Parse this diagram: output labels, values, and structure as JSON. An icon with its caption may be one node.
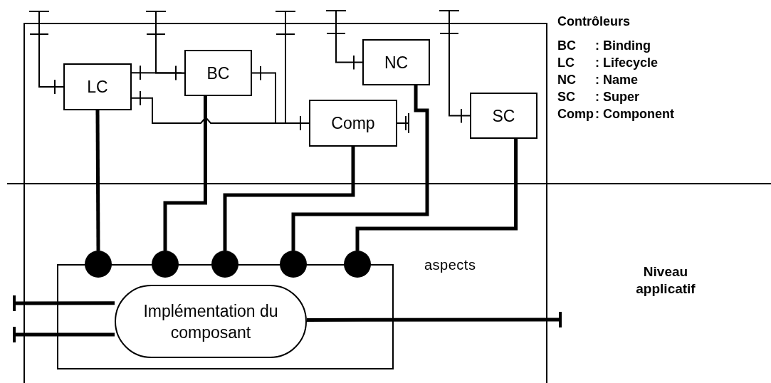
{
  "diagram": {
    "nodes": [
      {
        "text": [],
        "shape": "box"
      },
      {
        "text": [
          "LC"
        ],
        "in": 0
      },
      {
        "text": [
          "BC"
        ],
        "in": 0
      },
      {
        "text": [
          "NC"
        ],
        "in": 0
      },
      {
        "text": [
          "Comp"
        ],
        "in": 0
      },
      {
        "text": [
          "SC"
        ],
        "in": 0
      },
      {
        "text": [],
        "shape": "box",
        "in": 0
      },
      {
        "text": [],
        "shape": "circle",
        "in": 0
      },
      {
        "text": [],
        "shape": "circle",
        "in": 0
      },
      {
        "text": [],
        "shape": "circle",
        "in": 0
      },
      {
        "text": [],
        "shape": "circle",
        "in": 0
      },
      {
        "text": [],
        "shape": "circle",
        "in": 0
      },
      {
        "text": [
          "Implémentation du composant"
        ],
        "in": 6
      }
    ],
    "edges": [
      {
        "from": null,
        "to": 1,
        "arrow": "other"
      },
      {
        "from": null,
        "to": 2,
        "arrow": "other"
      },
      {
        "from": null,
        "to": 4,
        "arrow": "other"
      },
      {
        "from": null,
        "to": 3,
        "arrow": "other"
      },
      {
        "from": null,
        "to": 5,
        "arrow": "other"
      },
      {
        "from": 1,
        "to": 2,
        "arrow": "other"
      },
      {
        "from": 1,
        "to": 4,
        "arrow": "other"
      },
      {
        "from": 2,
        "to": 4,
        "arrow": "other"
      },
      {
        "from": 4,
        "to": null,
        "arrow": "other"
      },
      {
        "from": 1,
        "to": 7,
        "arrow": "none",
        "style": "thick"
      },
      {
        "from": 2,
        "to": 8,
        "arrow": "none",
        "style": "thick"
      },
      {
        "from": 4,
        "to": 9,
        "arrow": "none",
        "style": "thick"
      },
      {
        "from": 3,
        "to": 10,
        "arrow": "none",
        "style": "thick"
      },
      {
        "from": 5,
        "to": 11,
        "arrow": "none",
        "style": "thick"
      },
      {
        "from": null,
        "to": 12,
        "arrow": "other",
        "style": "thick"
      },
      {
        "from": null,
        "to": 12,
        "arrow": "other",
        "style": "thick"
      },
      {
        "from": 12,
        "to": null,
        "arrow": "other",
        "style": "thick"
      }
    ],
    "labels": [
      "Contrôleurs",
      "BC",
      ": Binding",
      "LC",
      ": Lifecycle",
      "NC",
      ": Name",
      "SC",
      ": Super",
      "Comp",
      ": Component",
      "aspects",
      "Niveau applicatif"
    ]
  }
}
